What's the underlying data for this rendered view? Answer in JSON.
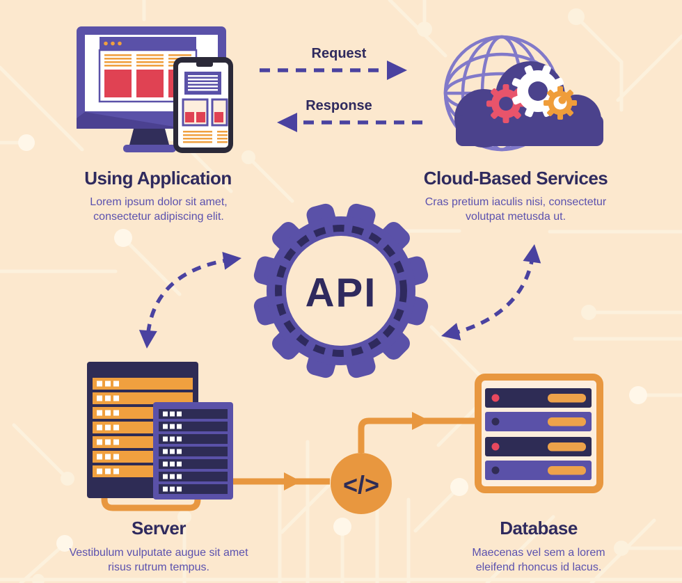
{
  "colors": {
    "background": "#fce8ce",
    "pattern": "#fcf1dd",
    "pattern_bright": "#fff7e9",
    "purple": "#5a51a8",
    "navy": "#2e2c55",
    "title_navy": "#2f2a5e",
    "subtitle_purple": "#5b51ae",
    "arrow_purple": "#4a42a0",
    "orange_connector": "#e8973f",
    "orange_light": "#f0a03f",
    "red": "#e04253",
    "red_gear": "#e8546b",
    "cloud_purple": "#4b428c",
    "globe_purple": "#8179c9"
  },
  "center": {
    "api_label": "API"
  },
  "flows": {
    "request_label": "Request",
    "response_label": "Response"
  },
  "code_badge": {
    "symbol": "</>"
  },
  "nodes": {
    "application": {
      "title": "Using Application",
      "description": "Lorem ipsum dolor sit amet, consectetur adipiscing elit."
    },
    "cloud_services": {
      "title": "Cloud-Based Services",
      "description": "Cras pretium iaculis nisi, consectetur volutpat metusda ut."
    },
    "server": {
      "title": "Server",
      "description": "Vestibulum vulputate augue sit amet risus rutrum tempus."
    },
    "database": {
      "title": "Database",
      "description": "Maecenas vel sem a lorem eleifend rhoncus id lacus."
    }
  }
}
